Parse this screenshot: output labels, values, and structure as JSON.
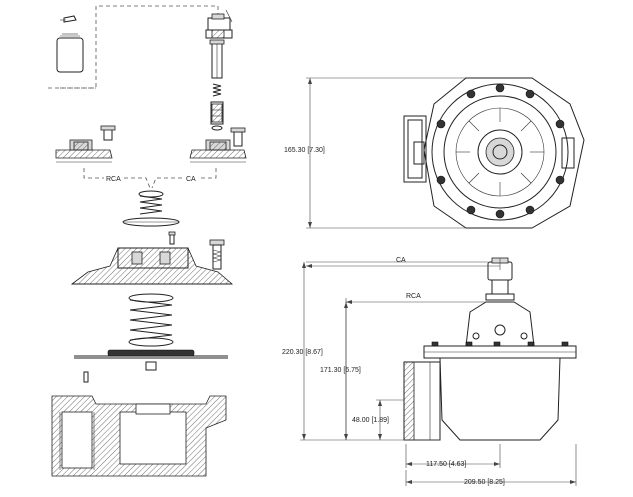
{
  "labels": {
    "rca_left": "RCA",
    "ca_left": "CA",
    "ca_top": "CA",
    "rca_top": "RCA"
  },
  "dimensions": {
    "dim_16530": "165.30 [7.30]",
    "dim_22030": "220.30 [8.67]",
    "dim_17130": "171.30 [6.75]",
    "dim_4800": "48.00 [1.89]",
    "dim_11750": "117.50 [4.63]",
    "dim_20950": "209.50 [8.25]"
  }
}
